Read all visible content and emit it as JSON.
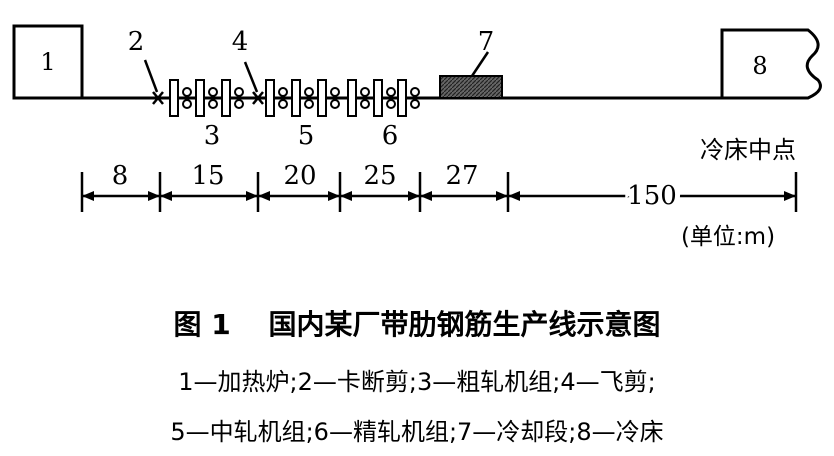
{
  "diagram": {
    "callouts": {
      "c1": "1",
      "c2": "2",
      "c3": "3",
      "c4": "4",
      "c5": "5",
      "c6": "6",
      "c7": "7",
      "c8": "8"
    },
    "cooling_bed_midpoint": "冷床中点",
    "dimensions": [
      {
        "value": "8"
      },
      {
        "value": "15"
      },
      {
        "value": "20"
      },
      {
        "value": "25"
      },
      {
        "value": "27"
      },
      {
        "value": "150"
      }
    ],
    "unit_note": "(单位:m)",
    "cooling_section_color": "#444444"
  },
  "caption": {
    "title": "图 1　 国内某厂带肋钢筋生产线示意图",
    "line1": "1—加热炉;2—卡断剪;3—粗轧机组;4—飞剪;",
    "line2": "5—中轧机组;6—精轧机组;7—冷却段;8—冷床"
  }
}
